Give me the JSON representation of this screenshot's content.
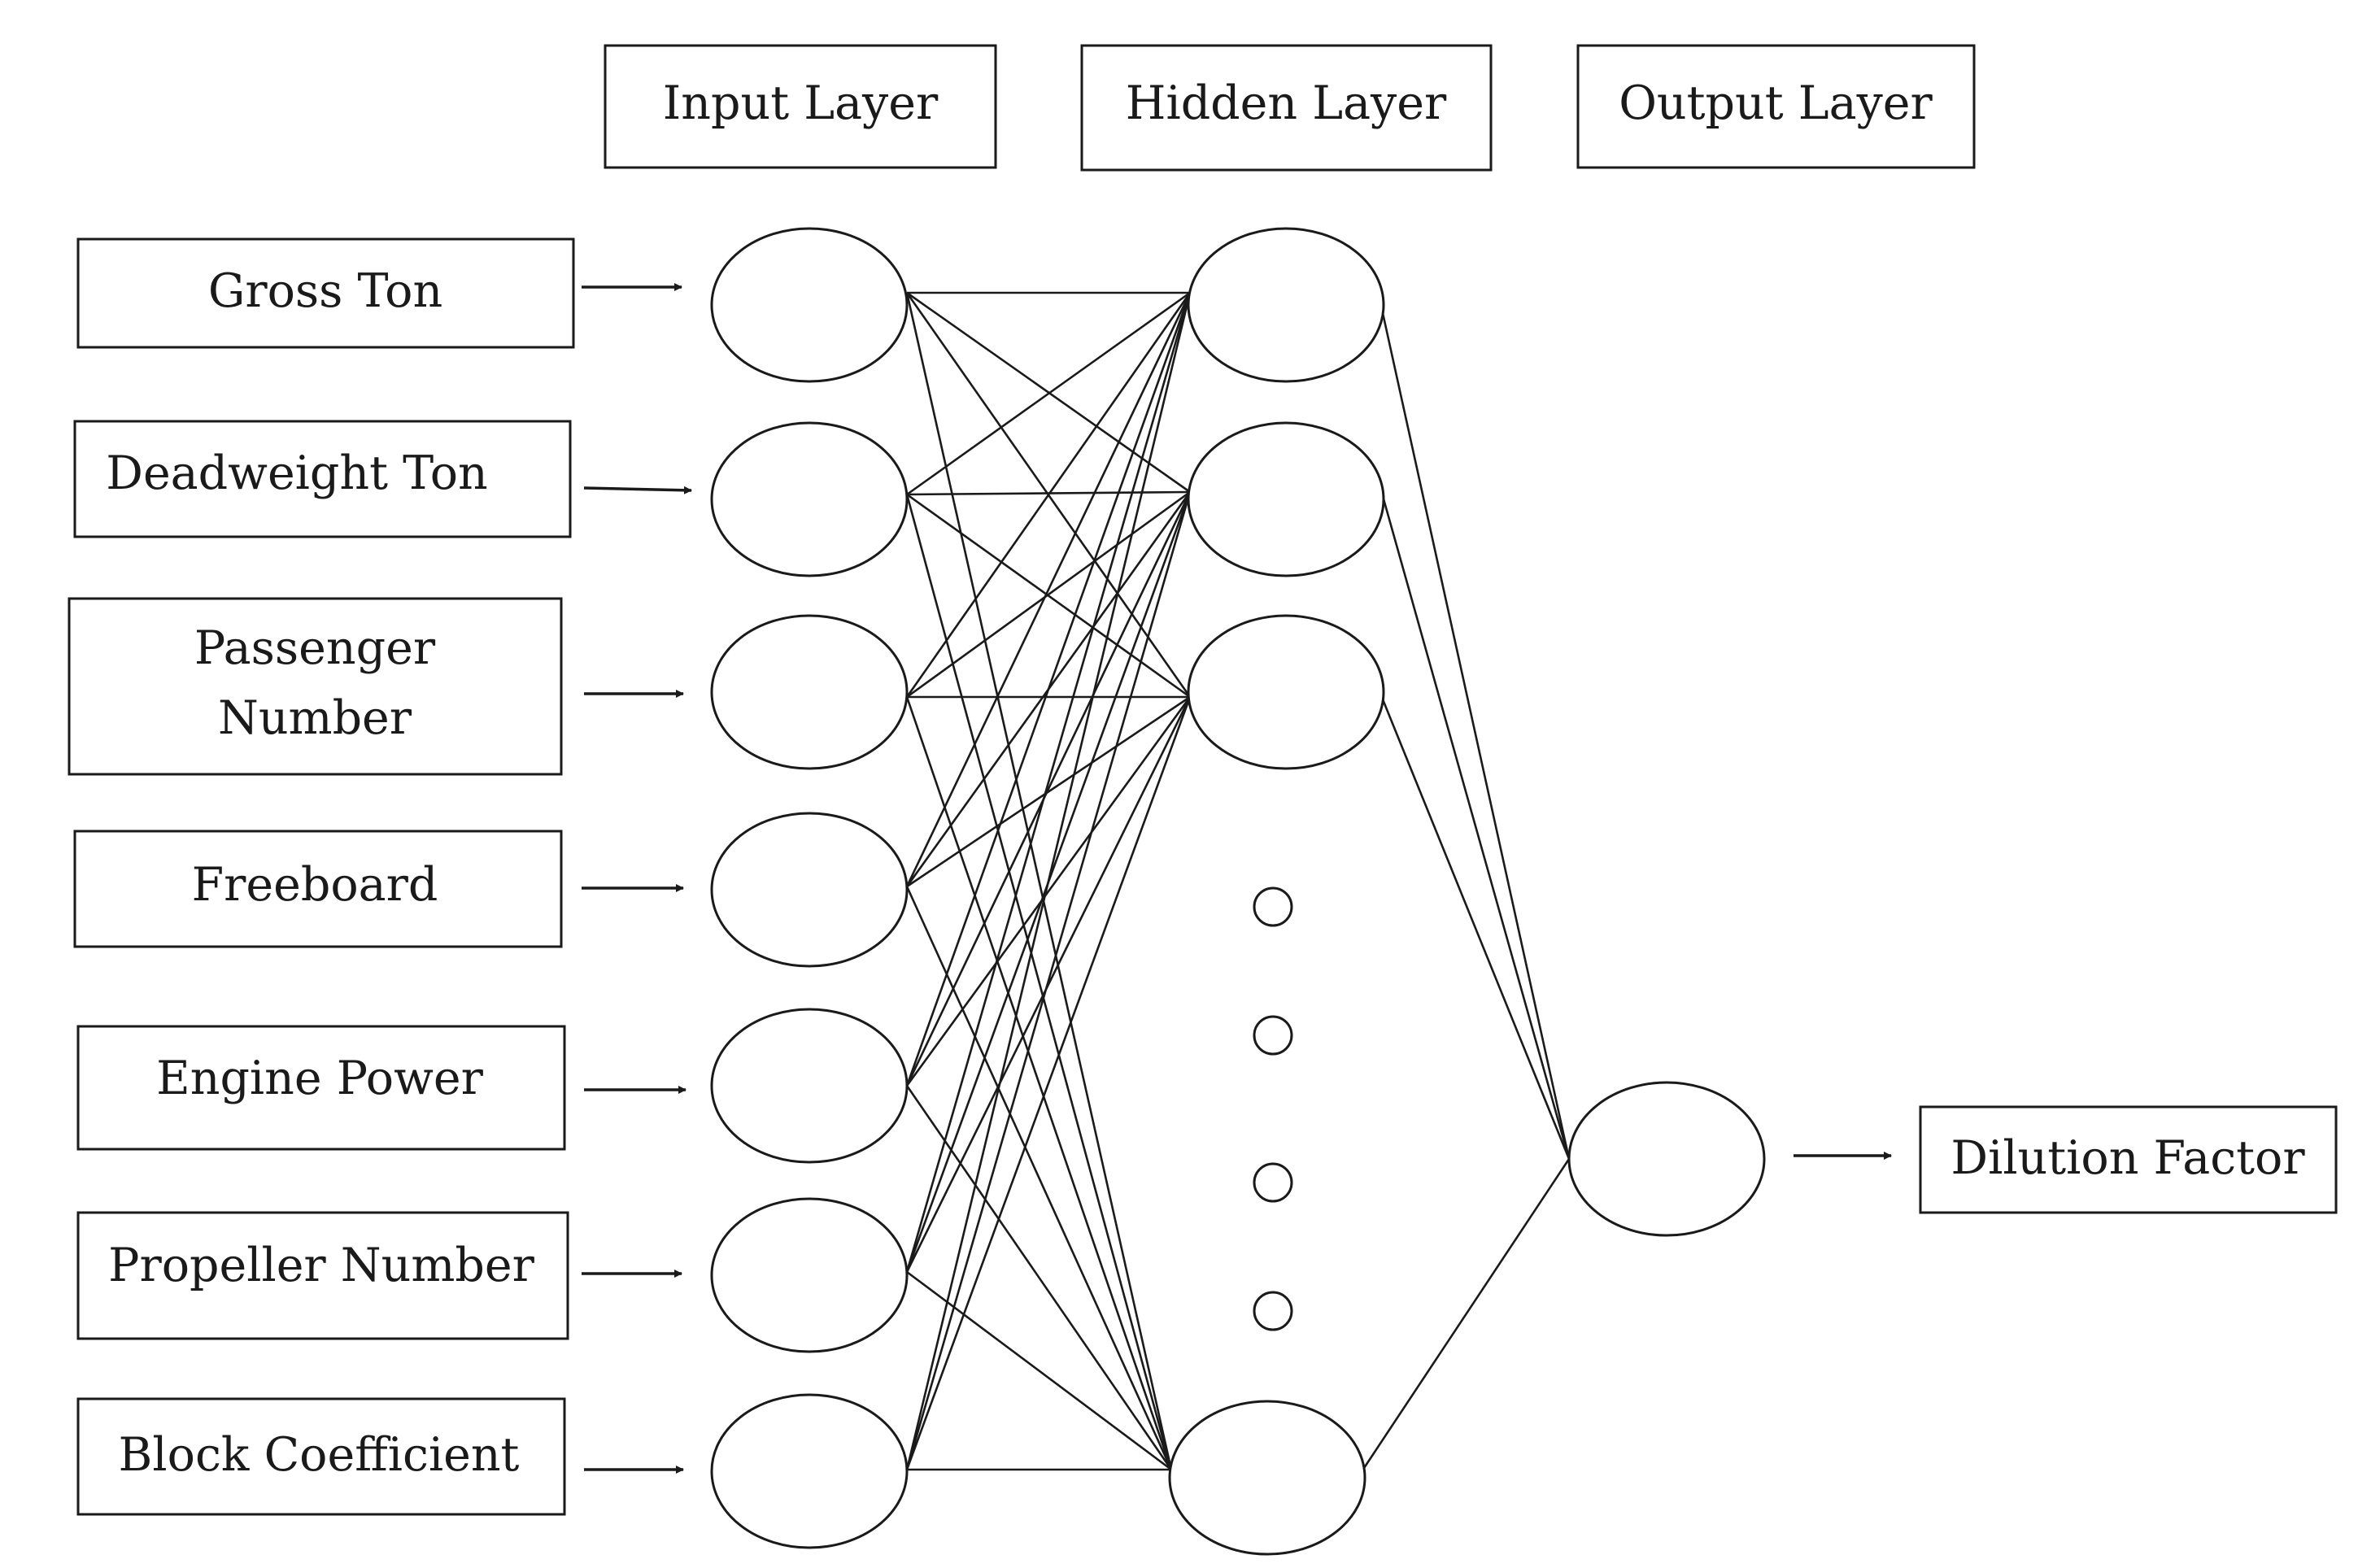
{
  "layers": {
    "input_title": "Input Layer",
    "hidden_title": "Hidden Layer",
    "output_title": "Output Layer"
  },
  "inputs": [
    {
      "label": "Gross Ton"
    },
    {
      "label": "Deadweight Ton"
    },
    {
      "label": "Passenger Number"
    },
    {
      "label": "Freeboard"
    },
    {
      "label": "Engine Power"
    },
    {
      "label": "Propeller Number"
    },
    {
      "label": "Block Coefficient"
    }
  ],
  "output": {
    "label": "Dilution Factor"
  }
}
